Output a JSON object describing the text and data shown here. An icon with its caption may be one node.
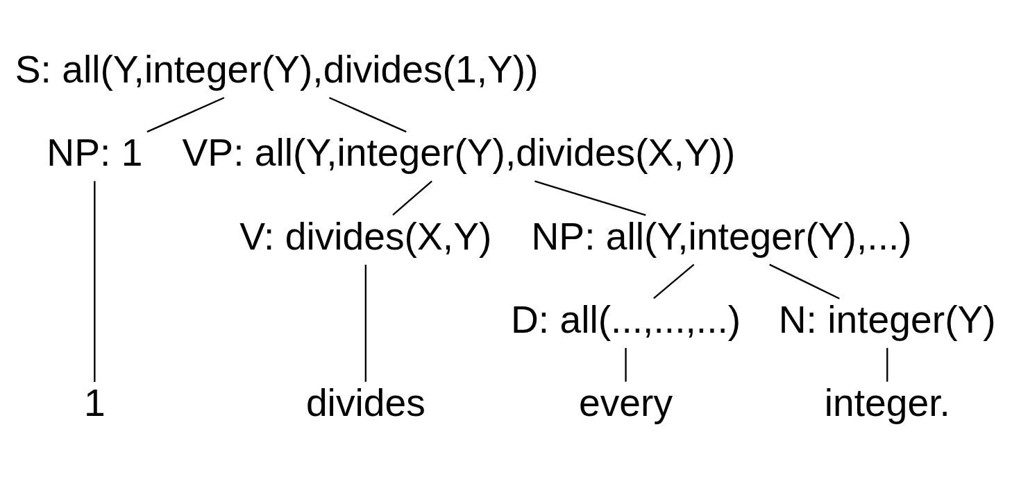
{
  "diagram": {
    "nodes": [
      {
        "text": [
          "S: all(Y,integer(Y),divides(1,Y))"
        ]
      },
      {
        "text": [
          "NP: 1"
        ]
      },
      {
        "text": [
          "VP: all(Y,integer(Y),divides(X,Y))"
        ]
      },
      {
        "text": [
          "V: divides(X,Y)"
        ]
      },
      {
        "text": [
          "NP: all(Y,integer(Y),...)"
        ]
      },
      {
        "text": [
          "D: all(...,...,...)"
        ]
      },
      {
        "text": [
          "N: integer(Y)"
        ]
      },
      {
        "text": [
          "1"
        ]
      },
      {
        "text": [
          "divides"
        ]
      },
      {
        "text": [
          "every"
        ]
      },
      {
        "text": [
          "integer."
        ]
      }
    ],
    "edges": [
      {
        "from": 0,
        "to": 1,
        "arrow": "none"
      },
      {
        "from": 0,
        "to": 2,
        "arrow": "none"
      },
      {
        "from": 1,
        "to": 7,
        "arrow": "none"
      },
      {
        "from": 2,
        "to": 3,
        "arrow": "none"
      },
      {
        "from": 2,
        "to": 4,
        "arrow": "none"
      },
      {
        "from": 3,
        "to": 8,
        "arrow": "none"
      },
      {
        "from": 4,
        "to": 5,
        "arrow": "none"
      },
      {
        "from": 4,
        "to": 6,
        "arrow": "none"
      },
      {
        "from": 5,
        "to": 9,
        "arrow": "none"
      },
      {
        "from": 6,
        "to": 10,
        "arrow": "none"
      }
    ]
  }
}
